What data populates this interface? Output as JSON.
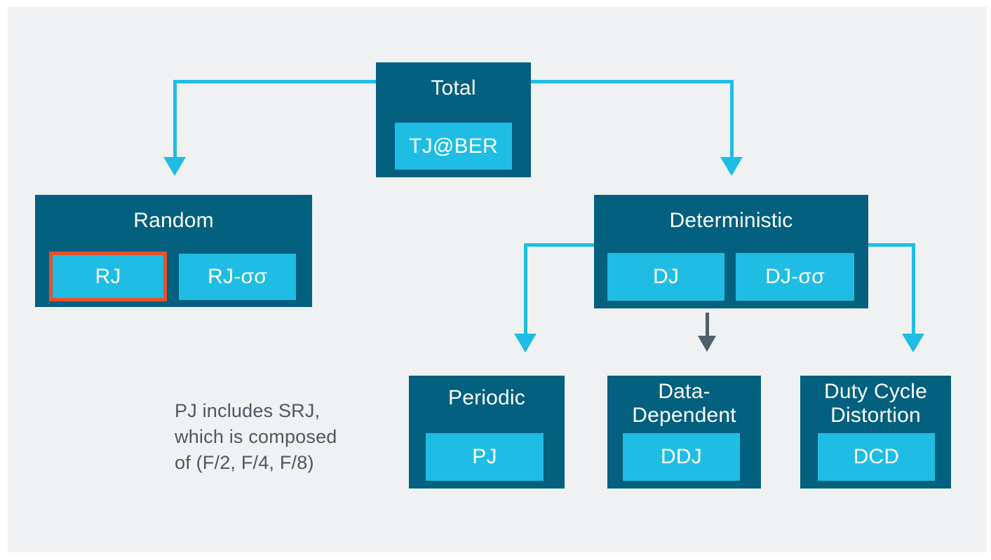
{
  "palette": {
    "panel_background": "#eff1f3",
    "node_background": "#03607e",
    "chip_background": "#1fbde4",
    "chip_highlight_border": "#e6522a",
    "arrow_cyan": "#1fbde4",
    "arrow_gray": "#50606b",
    "title_text": "#ffffff",
    "note_text": "#4e5761"
  },
  "nodes": {
    "total": {
      "title": "Total",
      "chip": "TJ@BER"
    },
    "random": {
      "title": "Random",
      "chip1": "RJ",
      "chip2": "RJ-σσ",
      "chip1_highlighted": true
    },
    "deterministic": {
      "title": "Deterministic",
      "chip1": "DJ",
      "chip2": "DJ-σσ"
    },
    "periodic": {
      "title": "Periodic",
      "chip": "PJ"
    },
    "data_dependent": {
      "title": "Data-\nDependent",
      "chip": "DDJ"
    },
    "duty_cycle": {
      "title": "Duty Cycle\nDistortion",
      "chip": "DCD"
    }
  },
  "edges": [
    {
      "from": "Total",
      "to": "Random",
      "style": "cyan-elbow"
    },
    {
      "from": "Total",
      "to": "Deterministic",
      "style": "cyan-elbow"
    },
    {
      "from": "Deterministic",
      "to": "Periodic",
      "style": "cyan-elbow"
    },
    {
      "from": "Deterministic",
      "to": "Data-Dependent",
      "style": "gray-straight"
    },
    {
      "from": "Deterministic",
      "to": "Duty Cycle Distortion",
      "style": "cyan-elbow"
    }
  ],
  "note": {
    "text": "PJ includes SRJ,\nwhich is composed\nof (F/2, F/4, F/8)"
  }
}
